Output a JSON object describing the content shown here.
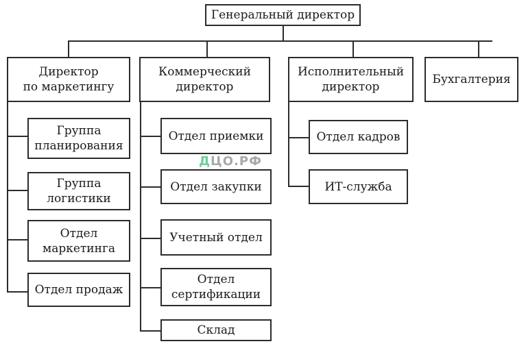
{
  "watermark": {
    "first": "Д",
    "rest": "ЦО.РФ"
  },
  "root": {
    "label": "Генеральный директор"
  },
  "columns": [
    {
      "label": "Директор\nпо маркетингу",
      "children": [
        "Группа\nпланирования",
        "Группа\nлогистики",
        "Отдел\nмаркетинга",
        "Отдел продаж"
      ]
    },
    {
      "label": "Коммерческий\nдиректор",
      "children": [
        "Отдел приемки",
        "Отдел закупки",
        "Учетный отдел",
        "Отдел\nсертификации",
        "Склад"
      ]
    },
    {
      "label": "Исполнительный\nдиректор",
      "children": [
        "Отдел кадров",
        "ИТ-служба"
      ]
    },
    {
      "label": "Бухгалтерия",
      "children": []
    }
  ]
}
